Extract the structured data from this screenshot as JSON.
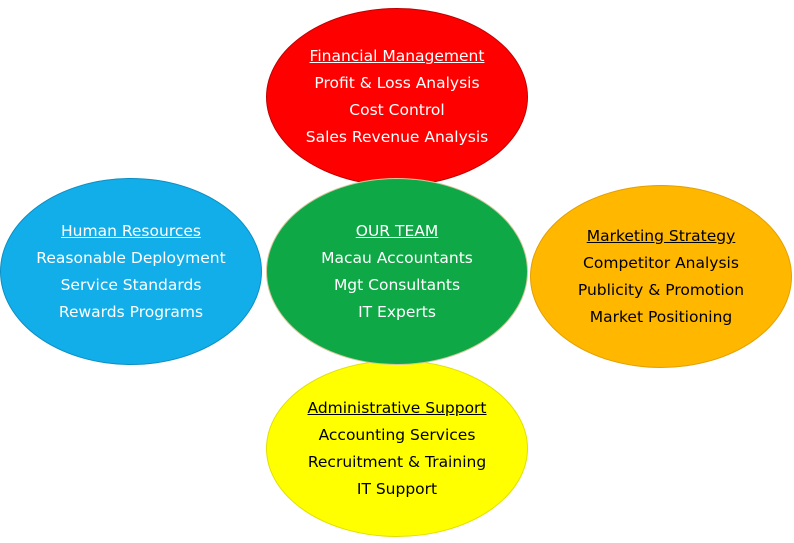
{
  "bubbles": {
    "top": {
      "title": "Financial Management",
      "lines": [
        "Profit & Loss Analysis",
        "Cost Control",
        "Sales Revenue Analysis"
      ],
      "color": "#ff0000"
    },
    "left": {
      "title": "Human Resources",
      "lines": [
        "Reasonable Deployment",
        "Service Standards",
        "Rewards Programs"
      ],
      "color": "#12aeea"
    },
    "center": {
      "title": "OUR TEAM",
      "lines": [
        "Macau Accountants",
        "Mgt Consultants",
        "IT Experts"
      ],
      "color": "#0fa846"
    },
    "right": {
      "title": "Marketing Strategy",
      "lines": [
        "Competitor Analysis",
        "Publicity & Promotion",
        "Market Positioning"
      ],
      "color": "#ffb700"
    },
    "bottom": {
      "title": "Administrative Support",
      "lines": [
        "Accounting Services",
        "Recruitment & Training",
        "IT Support"
      ],
      "color": "#ffff00"
    }
  }
}
